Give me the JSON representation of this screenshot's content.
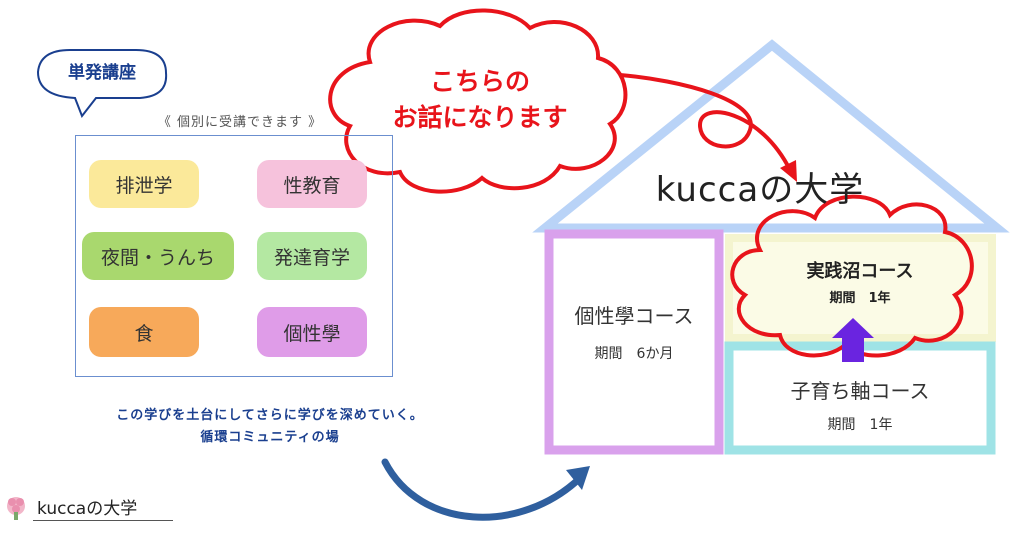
{
  "single_course": {
    "bubble_label": "単発講座",
    "subtitle": "《 個別に受講できます 》",
    "items": [
      {
        "label": "排泄学",
        "color": "#fbe99a"
      },
      {
        "label": "性教育",
        "color": "#f6c2dc"
      },
      {
        "label": "夜間・うんち",
        "color": "#a9d86e"
      },
      {
        "label": "発達育学",
        "color": "#b4e8a2"
      },
      {
        "label": "食",
        "color": "#f7a95a"
      },
      {
        "label": "個性學",
        "color": "#df9ce8"
      }
    ]
  },
  "note": {
    "line1": "この学びを土台にしてさらに学びを深めていく。",
    "line2": "循環コミュニティの場"
  },
  "callout": {
    "line1": "こちらの",
    "line2": "お話になります"
  },
  "house": {
    "title": "kuccaの大学",
    "courses": {
      "personality": {
        "name": "個性學コース",
        "period": "期間　6か月"
      },
      "practice": {
        "name": "実践沼コース",
        "period": "期間　1年"
      },
      "parenting": {
        "name": "子育ち軸コース",
        "period": "期間　1年"
      }
    },
    "colors": {
      "roof": "#b9d3f7",
      "personality": "#d9a1ec",
      "practice": "#f4f4cf",
      "parenting": "#9fe3e6",
      "arrow_up": "#6a24e0",
      "cloud": "#e8141b",
      "curved_arrow": "#2f5f9e"
    }
  },
  "footer": {
    "brand": "kuccaの大学"
  }
}
